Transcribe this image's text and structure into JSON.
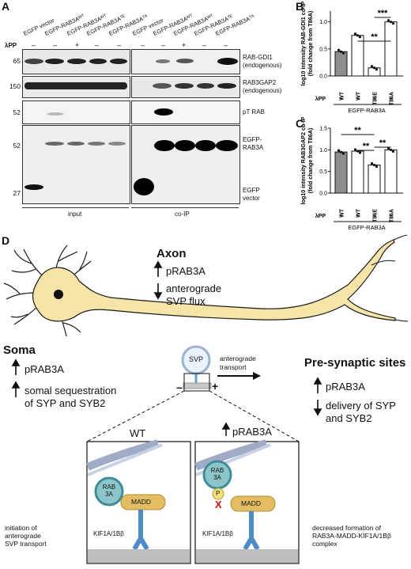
{
  "panel_a": {
    "label": "A",
    "lanes": [
      "EGFP vector",
      "EGFP-RAB3Aᵂᵀ",
      "EGFP-RAB3Aᵂᵀ",
      "EGFP-RAB3Aᵀᴱ",
      "EGFP-RAB3Aᵀᴬ",
      "EGFP vector",
      "EGFP-RAB3Aᵂᵀ",
      "EGFP-RAB3Aᵂᵀ",
      "EGFP-RAB3Aᵀᴱ",
      "EGFP-RAB3Aᵀᴬ"
    ],
    "lambda_pp_label": "λPP",
    "lambda_pp_signs": [
      "–",
      "–",
      "+",
      "–",
      "–",
      "–",
      "–",
      "+",
      "–",
      "–"
    ],
    "mw_markers": [
      "65",
      "150",
      "52",
      "52",
      "27"
    ],
    "blot_labels": [
      "RAB-GDI1 (endogenous)",
      "RAB3GAP2 (endogenous)",
      "pT RAB",
      "EGFP-RAB3A",
      "EGFP vector"
    ],
    "group_labels": [
      "input",
      "co-IP"
    ]
  },
  "panel_b": {
    "label": "B",
    "ylabel": "log10 intensity RAB-GDI1 co-IP (fold change from T86A)",
    "categories": [
      "WT",
      "WT",
      "T86E",
      "T86A"
    ],
    "lambda_pp": [
      "–",
      "+",
      "–",
      "–"
    ],
    "xgroup": "EGFP-RAB3A",
    "significance": [
      "**",
      "***"
    ]
  },
  "panel_c": {
    "label": "C",
    "ylabel": "log10 intensity RAB3GAP2 co-IP (fold change from T86A)",
    "categories": [
      "WT",
      "WT",
      "T86E",
      "T86A"
    ],
    "lambda_pp": [
      "–",
      "+",
      "–",
      "–"
    ],
    "xgroup": "EGFP-RAB3A",
    "significance": [
      "**",
      "**",
      "**"
    ]
  },
  "chart_data": [
    {
      "type": "bar",
      "title": "",
      "ylabel": "log10 intensity RAB-GDI1 co-IP (fold change from T86A)",
      "categories": [
        "WT",
        "WT +λPP",
        "T86E",
        "T86A"
      ],
      "values": [
        0.45,
        0.75,
        0.15,
        1.0
      ],
      "ylim": [
        0,
        1.2
      ],
      "yticks": [
        "0.0",
        "0.5",
        "1.0"
      ]
    },
    {
      "type": "bar",
      "title": "",
      "ylabel": "log10 intensity RAB3GAP2 co-IP (fold change from T86A)",
      "categories": [
        "WT",
        "WT +λPP",
        "T86E",
        "T86A"
      ],
      "values": [
        0.95,
        0.97,
        0.65,
        1.0
      ],
      "ylim": [
        0,
        1.5
      ],
      "yticks": [
        "0.0",
        "0.5",
        "1.0",
        "1.5"
      ]
    }
  ],
  "panel_d": {
    "label": "D",
    "axon": {
      "title": "Axon",
      "line1": "pRAB3A",
      "line2": "anterograde",
      "line3": "SVP flux"
    },
    "soma": {
      "title": "Soma",
      "line1": "pRAB3A",
      "line2": "somal sequestration",
      "line3": "of SYP and SYB2"
    },
    "presyn": {
      "title": "Pre-synaptic sites",
      "line1": "pRAB3A",
      "line2": "delivery of SYP",
      "line3": "and SYB2"
    },
    "svp": "SVP",
    "anterograde": "anterograde",
    "transport": "transport",
    "minus": "–",
    "plus": "+",
    "wt_title": "WT",
    "prab_title": "pRAB3A",
    "rab3a": "RAB 3A",
    "madd": "MADD",
    "p": "P",
    "x": "X",
    "kif": "KIF1A/1Bβ",
    "left_caption": [
      "initiation of",
      "anterograde",
      "SVP transport"
    ],
    "right_caption": [
      "decreased formation of",
      "RAB3A-MADD-KIF1A/1Bβ",
      "complex"
    ]
  }
}
